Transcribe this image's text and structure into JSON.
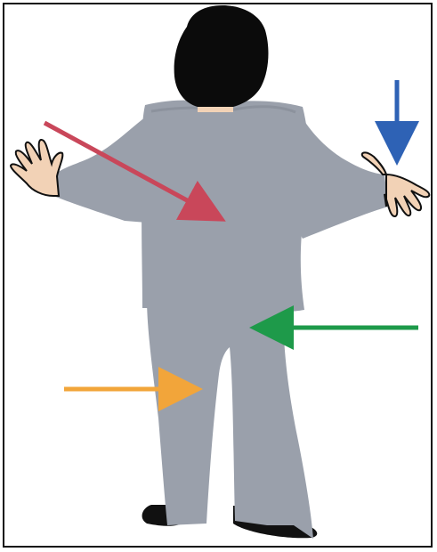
{
  "figure": {
    "background": "#ffffff",
    "suit_color": "#9aa0ab",
    "skin_color": "#f2d2b6",
    "hair_color": "#0b0b0b",
    "shoe_color": "#111111"
  },
  "arrows": [
    {
      "name": "red-arrow",
      "color": "#c9475a"
    },
    {
      "name": "blue-arrow",
      "color": "#2e62b5"
    },
    {
      "name": "green-arrow",
      "color": "#1e9a4a"
    },
    {
      "name": "orange-arrow",
      "color": "#f2a53a"
    }
  ]
}
